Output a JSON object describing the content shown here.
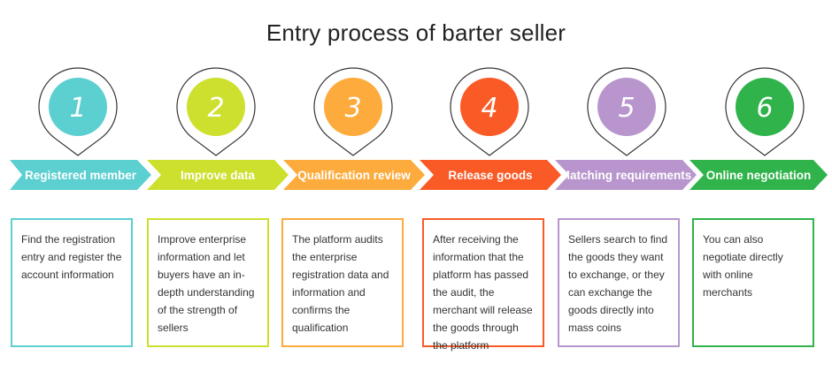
{
  "title": "Entry process of barter seller",
  "steps": [
    {
      "number": "1",
      "label": "Registered member",
      "color": "#5ccfd0",
      "description": "Find the registration entry and register the account information"
    },
    {
      "number": "2",
      "label": "Improve data",
      "color": "#cde02e",
      "description": "Improve enterprise information and let buyers have an in-depth understanding of the strength of sellers"
    },
    {
      "number": "3",
      "label": "Qualification review",
      "color": "#fcab3c",
      "description": "The platform audits the enterprise registration data and information and confirms the qualification"
    },
    {
      "number": "4",
      "label": "Release goods",
      "color": "#fa5a26",
      "description": "After receiving the information that the platform has passed the audit, the merchant will release the goods through the platform"
    },
    {
      "number": "5",
      "label": "Matching requirements",
      "color": "#b896cd",
      "description": "Sellers search to find the goods they want to exchange, or they can exchange the goods directly into mass coins"
    },
    {
      "number": "6",
      "label": "Online negotiation",
      "color": "#2fb34a",
      "description": "You can also negotiate directly with online merchants"
    }
  ]
}
